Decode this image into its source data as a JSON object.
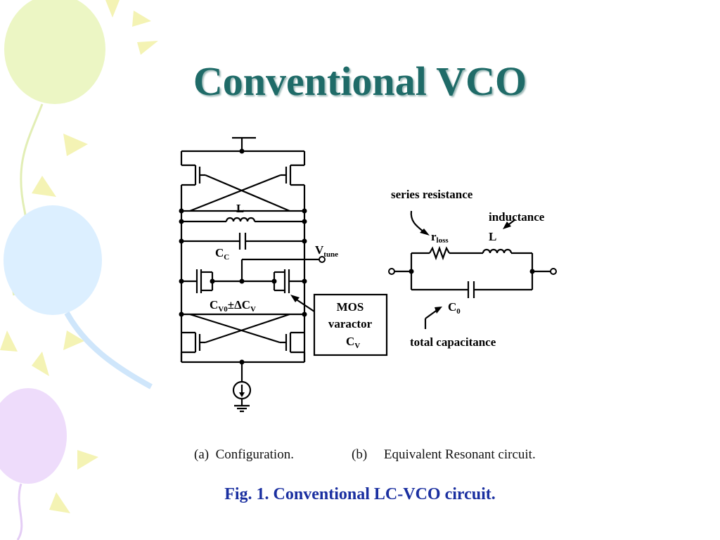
{
  "slide": {
    "title": "Conventional VCO",
    "figure_caption": "Fig. 1. Conventional LC-VCO circuit."
  },
  "diagram": {
    "configuration": {
      "inductor_label": "L",
      "coupling_cap_label_main": "C",
      "coupling_cap_label_sub": "C",
      "vtune_label_main": "V",
      "vtune_label_sub": "tune",
      "varactor_value_main": "C",
      "varactor_value_sub": "V0",
      "varactor_value_pm": "±ΔC",
      "varactor_value_sub2": "V",
      "varactor_box_line1": "MOS",
      "varactor_box_line2": "varactor",
      "varactor_box_line3_main": "C",
      "varactor_box_line3_sub": "V",
      "caption_letter": "(a)",
      "caption_text": "Configuration."
    },
    "equivalent": {
      "series_resistance_label": "series resistance",
      "inductance_label": "inductance",
      "rloss_main": "r",
      "rloss_sub": "loss",
      "inductor_label": "L",
      "cap_main": "C",
      "cap_sub": "0",
      "total_capacitance_label": "total capacitance",
      "caption_letter": "(b)",
      "caption_text": "Equivalent Resonant circuit."
    }
  },
  "colors": {
    "title": "#1f6b68",
    "figure_caption": "#1a2fa0",
    "balloon_green": "#ecf6c4",
    "balloon_blue": "#dcefff",
    "balloon_purple": "#eedcfb",
    "sun_yellow": "#f4f3b4"
  }
}
